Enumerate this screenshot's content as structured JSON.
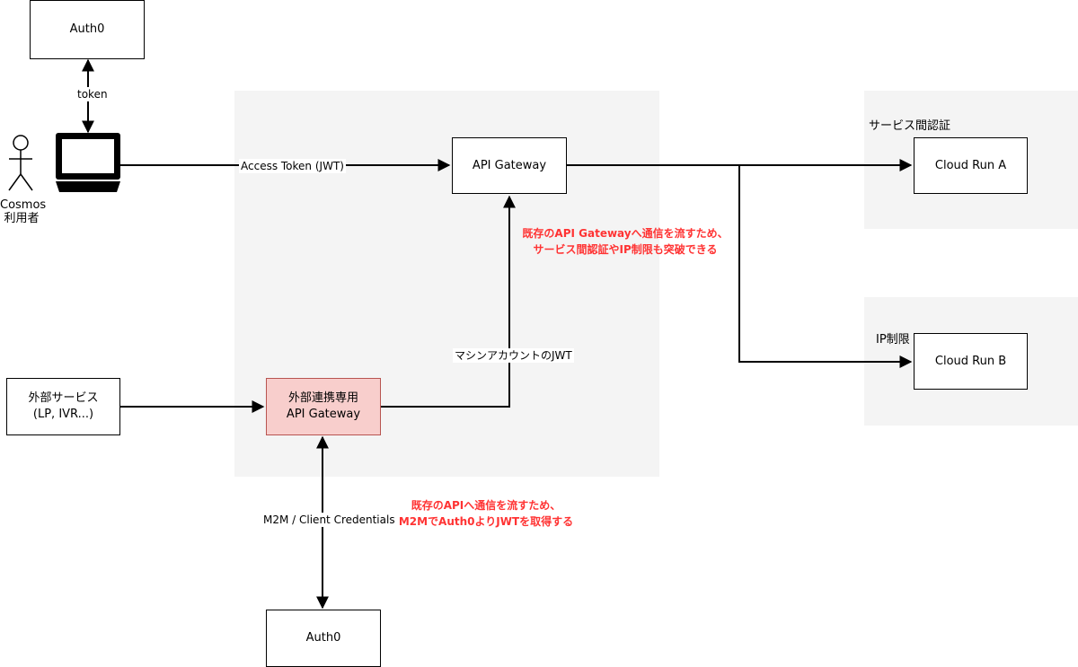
{
  "nodes": {
    "auth0_top": "Auth0",
    "api_gateway": "API Gateway",
    "cloud_run_a": "Cloud Run A",
    "cloud_run_b": "Cloud Run B",
    "external_service": [
      "外部サービス",
      "(LP, IVR...)"
    ],
    "external_gateway": [
      "外部連携専用",
      "API Gateway"
    ],
    "auth0_bottom": "Auth0"
  },
  "actor": {
    "name": "Cosmos",
    "role": "利用者"
  },
  "zones": {
    "service_auth": "サービス間認証",
    "ip_restriction": "IP制限"
  },
  "edges": {
    "token": "token",
    "access_token": "Access Token (JWT)",
    "machine_jwt": "マシンアカウントのJWT",
    "m2m": "M2M / Client Credentials"
  },
  "notes": {
    "bypass": [
      "既存のAPI Gatewayへ通信を流すため、",
      "サービス間認証やIP制限も突破できる"
    ],
    "m2m_fetch": [
      "既存のAPIへ通信を流すため、",
      "M2MでAuth0よりJWTを取得する"
    ]
  },
  "colors": {
    "highlight_fill": "#f8cecc",
    "highlight_stroke": "#b85450",
    "note_text": "#ff3333",
    "zone_fill": "#f4f4f4"
  }
}
